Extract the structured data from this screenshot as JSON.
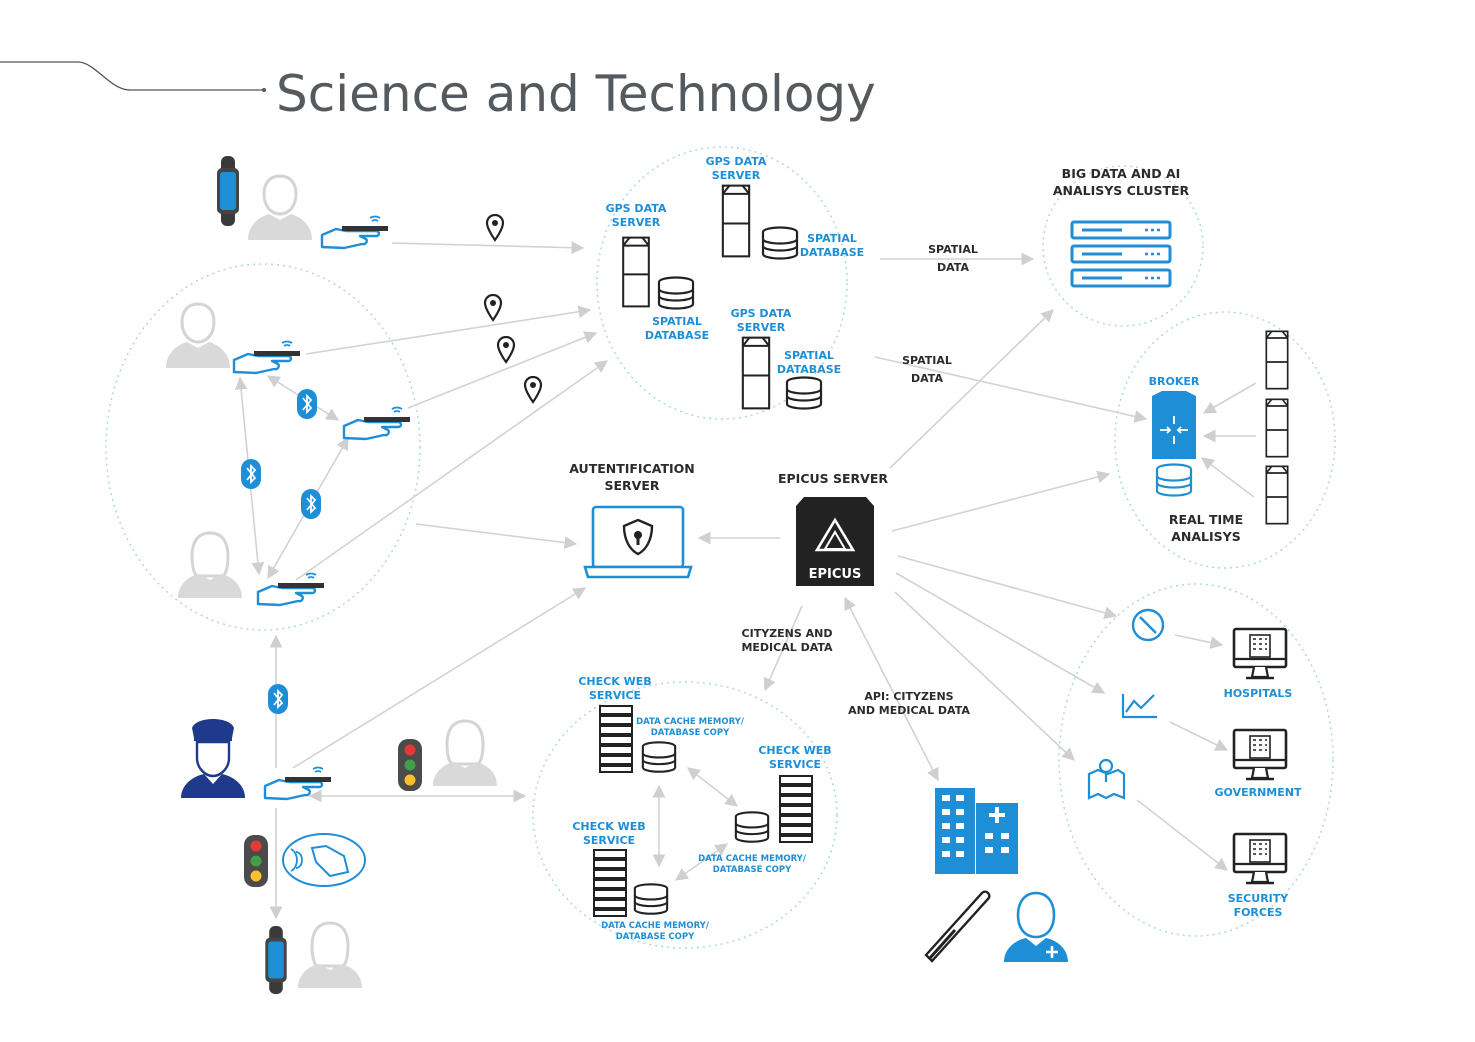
{
  "title": "Science and Technology",
  "colors": {
    "accent": "#1e8fd6",
    "person": "#d9d9d9",
    "text_dark": "#2b2b2b",
    "police": "#1f3a8a",
    "edge": "#d2d2d2"
  },
  "labels": {
    "gps_top_a": "GPS DATA",
    "gps_top_b": "SERVER",
    "gps_left_a": "GPS DATA",
    "gps_left_b": "SERVER",
    "gps_bottom_a": "GPS DATA",
    "gps_bottom_b": "SERVER",
    "spatial_db_1a": "SPATIAL",
    "spatial_db_1b": "DATABASE",
    "spatial_db_2a": "SPATIAL",
    "spatial_db_2b": "DATABASE",
    "spatial_db_3a": "SPATIAL",
    "spatial_db_3b": "DATABASE",
    "spatial_data_1a": "SPATIAL",
    "spatial_data_1b": "DATA",
    "spatial_data_2a": "SPATIAL",
    "spatial_data_2b": "DATA",
    "bigdata_a": "BIG DATA AND AI",
    "bigdata_b": "ANALISYS CLUSTER",
    "broker": "BROKER",
    "realtime_a": "REAL TIME",
    "realtime_b": "ANALISYS",
    "auth_a": "AUTENTIFICATION",
    "auth_b": "SERVER",
    "epicus_server": "EPICUS SERVER",
    "epicus_logo": "EPICUS",
    "citizens_a": "CITYZENS AND",
    "citizens_b": "MEDICAL DATA",
    "api_a": "API: CITYZENS",
    "api_b": "AND MEDICAL DATA",
    "check1_a": "CHECK WEB",
    "check1_b": "SERVICE",
    "check2_a": "CHECK WEB",
    "check2_b": "SERVICE",
    "check3_a": "CHECK WEB",
    "check3_b": "SERVICE",
    "cache1_a": "DATA CACHE MEMORY/",
    "cache1_b": "DATABASE COPY",
    "cache2_a": "DATA CACHE MEMORY/",
    "cache2_b": "DATABASE COPY",
    "cache3_a": "DATA CACHE MEMORY/",
    "cache3_b": "DATABASE COPY",
    "hospitals": "HOSPITALS",
    "government": "GOVERNMENT",
    "security_a": "SECURITY",
    "security_b": "FORCES"
  }
}
